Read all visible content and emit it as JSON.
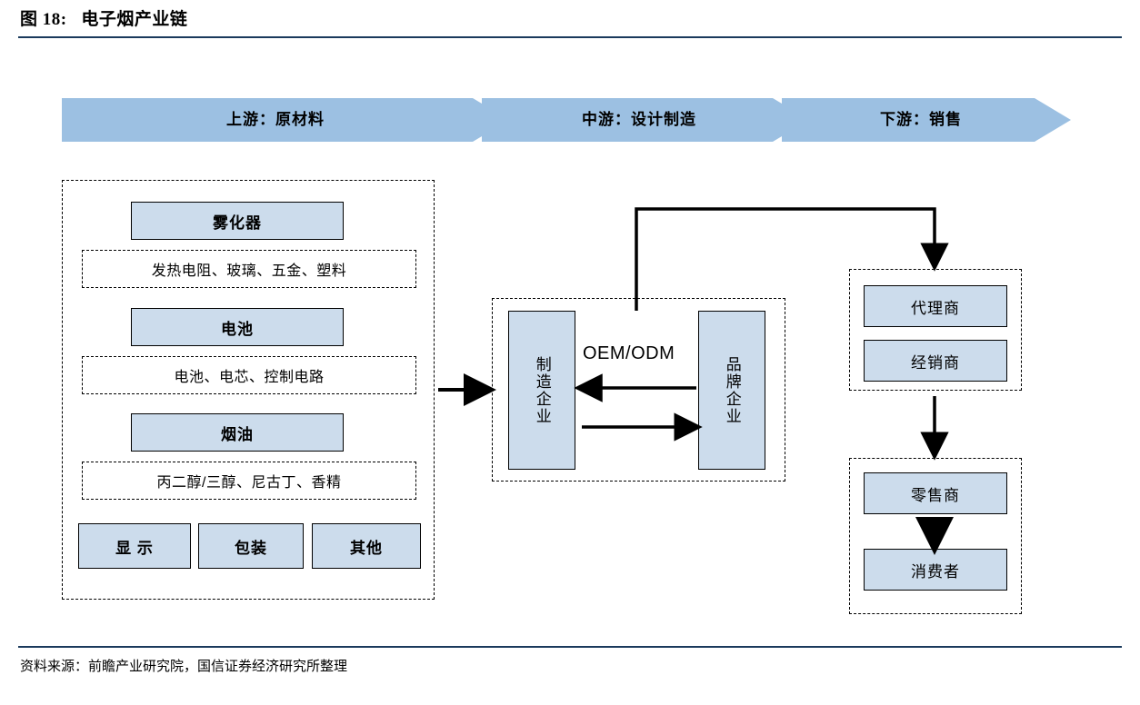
{
  "header": {
    "figure_label": "图 18:",
    "figure_number": "18",
    "title": "电子烟产业链"
  },
  "source": {
    "text": "资料来源：前瞻产业研究院，国信证券经济研究所整理"
  },
  "colors": {
    "banner_fill": "#9cc0e2",
    "box_fill": "#ccdcec",
    "rule": "#1a3a5c",
    "stroke": "#000000"
  },
  "chain_banner": {
    "segments": [
      {
        "label": "上游：原材料"
      },
      {
        "label": "中游：设计制造"
      },
      {
        "label": "下游：销售"
      }
    ]
  },
  "upstream": {
    "groups": [
      {
        "title": "雾化器",
        "detail": "发热电阻、玻璃、五金、塑料"
      },
      {
        "title": "电池",
        "detail": "电池、电芯、控制电路"
      },
      {
        "title": "烟油",
        "detail": "丙二醇/三醇、尼古丁、香精"
      }
    ],
    "extras": [
      {
        "label": "显  示"
      },
      {
        "label": "包装"
      },
      {
        "label": "其他"
      }
    ]
  },
  "midstream": {
    "manufacturer": "制造企业",
    "brand": "品牌企业",
    "relation_label": "OEM/ODM"
  },
  "downstream": {
    "channel": [
      {
        "label": "代理商"
      },
      {
        "label": "经销商"
      }
    ],
    "retail": [
      {
        "label": "零售商"
      },
      {
        "label": "消费者"
      }
    ]
  }
}
